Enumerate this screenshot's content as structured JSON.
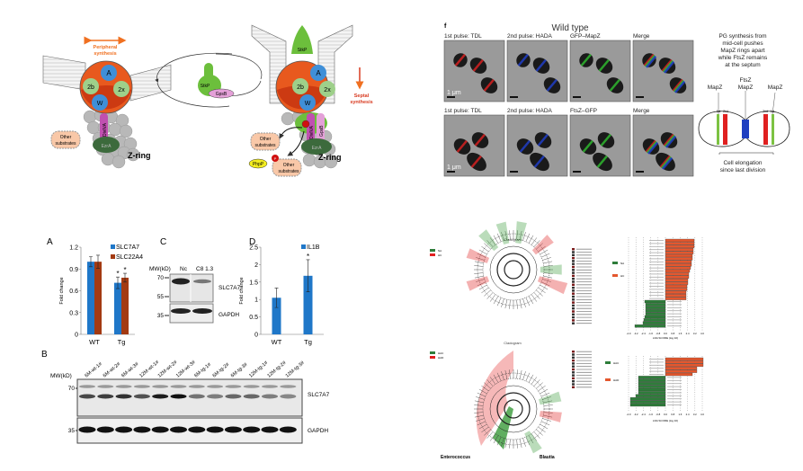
{
  "diagram": {
    "peripheral": [
      "Peripheral",
      "synthesis"
    ],
    "septal": [
      "Septal",
      "synthesis"
    ],
    "proteins": {
      "A": "A",
      "b2": "2b",
      "x2": "2x",
      "W": "W",
      "divIVA": "DivIVA",
      "ezrA": "EzrA",
      "stkP": "StkP",
      "gpsB": "GpsB",
      "phpP": "PhpP",
      "p": "P"
    },
    "other_substrates": [
      "Other",
      "substrates"
    ],
    "zring": "Z-ring"
  },
  "micro": {
    "panel_letter": "f",
    "title": "Wild type",
    "row1": [
      "1st pulse: TDL",
      "2nd pulse: HADA",
      "GFP–MapZ",
      "Merge"
    ],
    "row2": [
      "1st pulse: TDL",
      "2nd pulse: HADA",
      "FtsZ–GFP",
      "Merge"
    ],
    "scale": "1 μm",
    "explain": [
      "PG synthesis from",
      "mid-cell pushes",
      "MapZ rings apart",
      "while FtsZ remains",
      "at the septum"
    ],
    "ftsz": "FtsZ",
    "mapz": "MapZ",
    "pulses": [
      "1st",
      "2nd",
      "2nd",
      "1st"
    ],
    "elong": [
      "Cell elongation",
      "since last division"
    ]
  },
  "chart_data": [
    {
      "panel": "A",
      "type": "bar",
      "ylabel": "Fold change",
      "ylim": [
        0,
        1.2
      ],
      "yticks": [
        "0",
        "0.3",
        "0.6",
        "0.9",
        "1.2"
      ],
      "categories": [
        "WT",
        "Tg"
      ],
      "series": [
        {
          "name": "SLC7A7",
          "color": "#1f77c8",
          "values": [
            1.0,
            0.71
          ],
          "err": [
            0.07,
            0.08
          ]
        },
        {
          "name": "SLC22A4",
          "color": "#a33a12",
          "values": [
            1.0,
            0.78
          ],
          "err": [
            0.09,
            0.06
          ]
        }
      ],
      "annotations": [
        "*",
        "*"
      ]
    },
    {
      "panel": "D",
      "type": "bar",
      "ylabel": "Fold change",
      "ylim": [
        0,
        2.5
      ],
      "yticks": [
        "0",
        "0.5",
        "1",
        "1.5",
        "2",
        "2.5"
      ],
      "categories": [
        "WT",
        "Tg"
      ],
      "series": [
        {
          "name": "IL1B",
          "color": "#1f77c8",
          "values": [
            1.05,
            1.68
          ],
          "err": [
            0.28,
            0.46
          ]
        }
      ],
      "annotations": [
        "*"
      ]
    }
  ],
  "blotC": {
    "letter": "C",
    "mw": "MW(kD)",
    "lanes": [
      "Nc",
      "C8 1.3"
    ],
    "markers": [
      "70",
      "55",
      "35"
    ],
    "bands": [
      "SLC7A7",
      "GAPDH"
    ]
  },
  "blotB": {
    "letter": "B",
    "mw": "MW(kD)",
    "markers": [
      "70",
      "35"
    ],
    "bands": [
      "SLC7A7",
      "GAPDH"
    ],
    "lanes": [
      "6M-wt-1#",
      "6M-wt-2#",
      "6M-wt-3#",
      "12M-wt-1#",
      "12M-wt-2#",
      "12M-wt-3#",
      "6M-tg-1#",
      "6M-tg-2#",
      "6M-tg-3#",
      "12M-tg-1#",
      "12M-tg-2#",
      "12M-tg-3#"
    ]
  },
  "lefse": {
    "title": "Cladogram",
    "legend1": [
      "NA",
      "HC"
    ],
    "legend2": [
      "HAC",
      "HAD"
    ],
    "xlabel": "LDA SCORE (log 10)",
    "bottom_labels": [
      "Enterococcus",
      "Blautia"
    ],
    "colors": {
      "green": "#2e7d3a",
      "red": "#e8412a",
      "orange": "#e4572e"
    }
  }
}
